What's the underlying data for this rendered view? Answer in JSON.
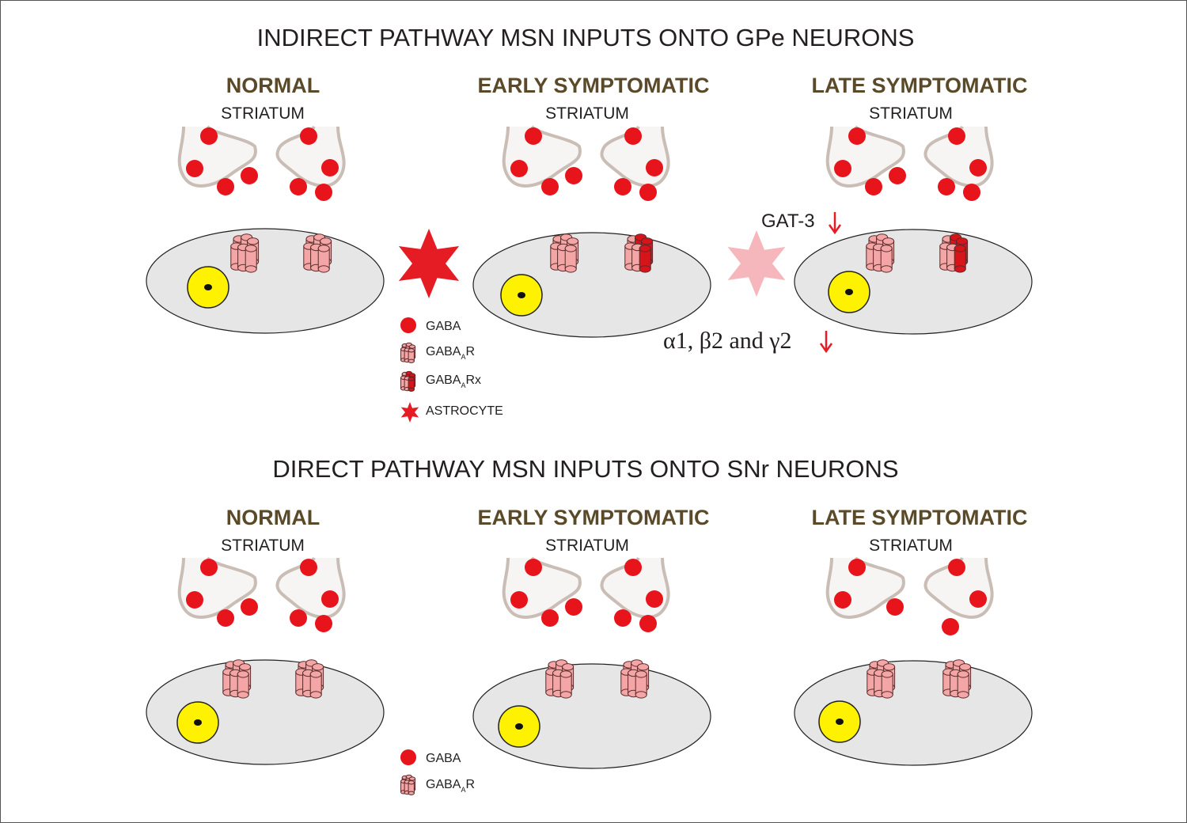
{
  "title_top": "INDIRECT PATHWAY MSN INPUTS ONTO GPe NEURONS",
  "title_bottom": "DIRECT PATHWAY MSN INPUTS ONTO SNr NEURONS",
  "stages": [
    "NORMAL",
    "EARLY SYMPTOMATIC",
    "LATE SYMPTOMATIC"
  ],
  "striatum_label": "STRIATUM",
  "annotations": {
    "gat3": "GAT-3",
    "subunits": "α1, β2 and γ2"
  },
  "legend_top": {
    "gaba": "GABA",
    "gabaar_main": "GABA",
    "gabaar_sub": "A",
    "gabaar_suffix": "R",
    "gabaarx_main": "GABA",
    "gabaarx_sub": "A",
    "gabaarx_suffix": "Rx",
    "astrocyte": "ASTROCYTE"
  },
  "legend_bottom": {
    "gaba": "GABA",
    "gabaar_main": "GABA",
    "gabaar_sub": "A",
    "gabaar_suffix": "R"
  },
  "colors": {
    "gaba": "#e8141b",
    "receptor": "#f4a6a6",
    "receptor_mod": "#d8141b",
    "astrocyte_active": "#e51c24",
    "astrocyte_faded": "#f6b7bc",
    "neuron_body": "#e6e6e6",
    "nucleus": "#fff200",
    "terminal_outline": "#c9bdb6",
    "stage_title": "#5b4a2a",
    "arrow": "#e51c24"
  },
  "icons": {
    "gaba": "filled-red-circle",
    "receptor": "pink-cylinder-cluster",
    "receptor_mod": "red-cylinder-cluster",
    "astrocyte": "six-point-star",
    "decrease": "red-down-arrow"
  }
}
